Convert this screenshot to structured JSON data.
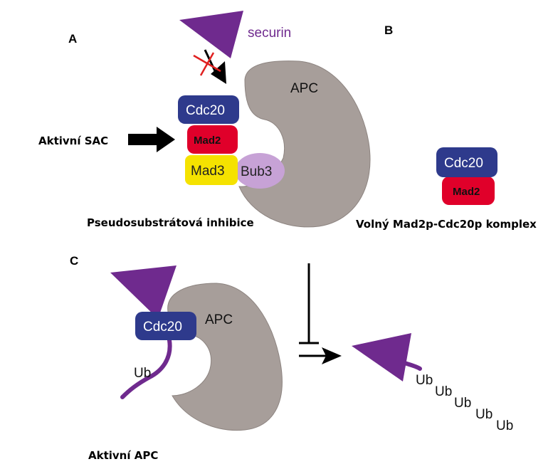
{
  "panels": {
    "a": "A",
    "b": "B",
    "c": "C"
  },
  "labels": {
    "securin": "securin",
    "apc": "APC",
    "cdc20": "Cdc20",
    "mad2": "Mad2",
    "mad3": "Mad3",
    "bub3": "Bub3",
    "ub": "Ub",
    "active_sac": "Aktivní SAC",
    "pseudosubstrate": "Pseudosubstrátová inhibice",
    "free_complex": "Volný Mad2p-Cdc20p komplex",
    "active_apc": "Aktivní APC"
  },
  "colors": {
    "apc": "#a79e9a",
    "apc_outline": "#8d8480",
    "cdc20": "#2e3a8c",
    "mad2": "#e0002a",
    "mad3": "#f5e200",
    "bub3": "#c7a2d6",
    "securin": "#6f2a8e",
    "arrow": "#000000",
    "inhibit_x": "#e02020"
  }
}
